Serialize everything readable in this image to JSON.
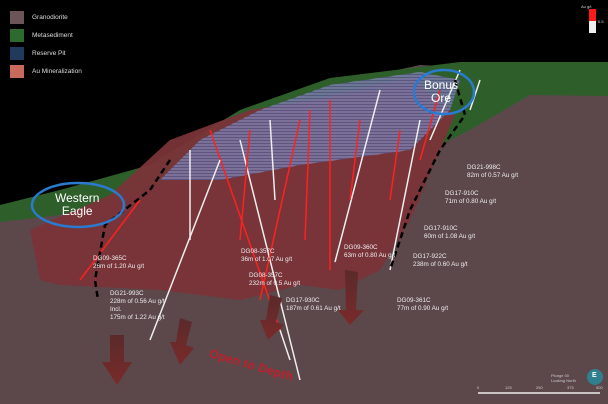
{
  "legend": [
    {
      "label": "Granodiorite",
      "color": "#6b5558"
    },
    {
      "label": "Metasediment",
      "color": "#2d6a2d"
    },
    {
      "label": "Reserve Pit",
      "color": "#1f3a5a"
    },
    {
      "label": "Au Mineralization",
      "color": "#c96a5c"
    }
  ],
  "colorbar": {
    "title": "Au g/t",
    "threshold": "0.5",
    "high_color": "#ff1a1a",
    "low_color": "#eeeeee"
  },
  "zones": {
    "western_eagle": "Western\nEagle",
    "bonus_ore": "Bonus\nOre",
    "open_to_depth": "Open to Depth"
  },
  "intercepts": [
    {
      "hole": "DG09-365C",
      "result": "26m of 1.20 Au g/t"
    },
    {
      "hole": "DG21-993C",
      "result": "228m of 0.56 Au g/t",
      "extra1": "Incl.",
      "extra2": "175m of 1.22 Au g/t"
    },
    {
      "hole": "DG08-357C",
      "result": "36m of 1.07 Au g/t"
    },
    {
      "hole": "DG08-357C",
      "result": "232m of 0.5 Au g/t"
    },
    {
      "hole": "DG17-930C",
      "result": "187m of 0.61 Au g/t"
    },
    {
      "hole": "DG09-360C",
      "result": "63m of 0.80 Au g/t"
    },
    {
      "hole": "DG09-361C",
      "result": "77m of 0.90 Au g/t"
    },
    {
      "hole": "DG17-922C",
      "result": "238m of 0.60 Au g/t"
    },
    {
      "hole": "DG17-910C",
      "result": "60m of 1.08 Au g/t"
    },
    {
      "hole": "DG17-910C",
      "result": "71m of 0.80 Au g/t"
    },
    {
      "hole": "DG21-998C",
      "result": "82m of 0.57 Au g/t"
    }
  ],
  "navigation": {
    "line1": "Plunge 00",
    "line2": "Looking North",
    "compass": "E"
  },
  "scale_bar": [
    "0",
    "125",
    "250",
    "375",
    "500"
  ]
}
